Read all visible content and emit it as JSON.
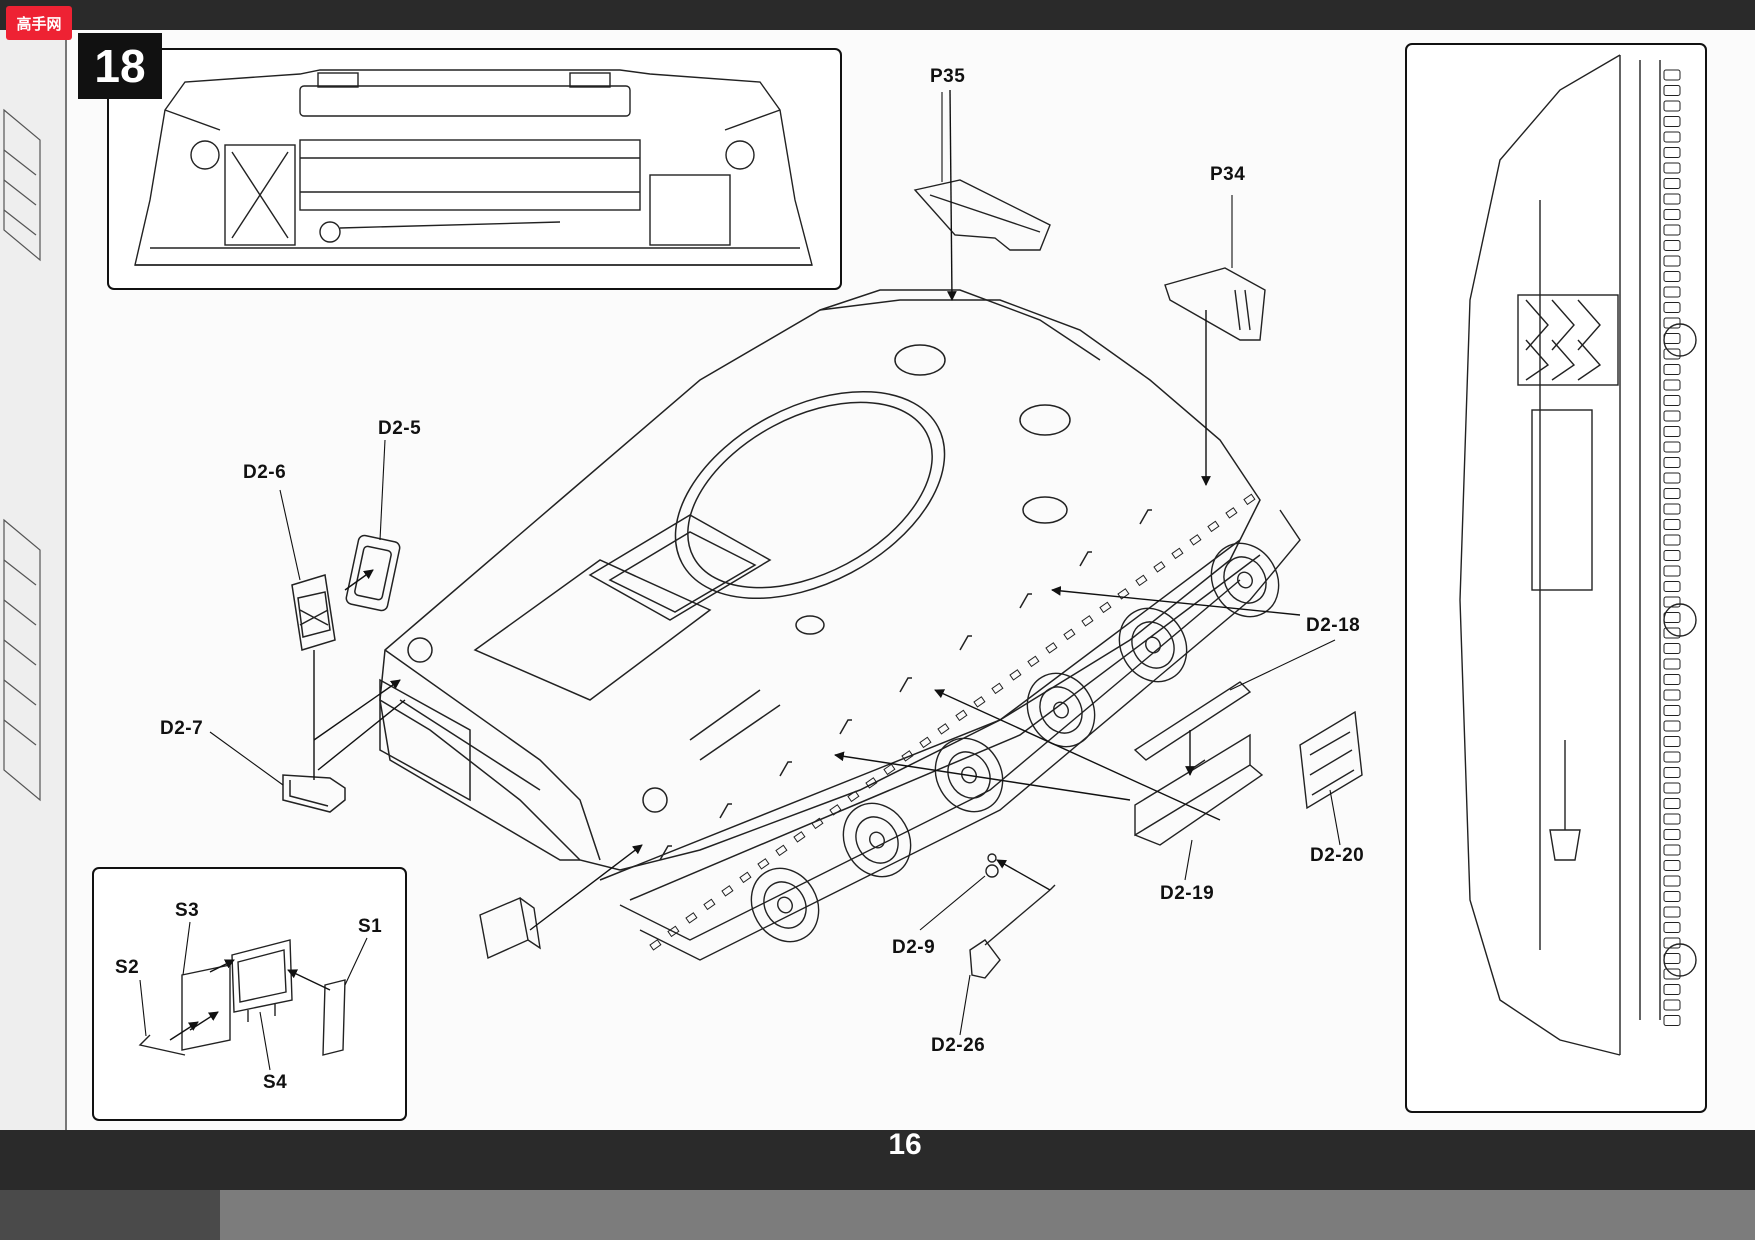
{
  "step": {
    "number": "18"
  },
  "page": {
    "number": "16"
  },
  "watermark": {
    "text": "高手网"
  },
  "parts": {
    "p35": "P35",
    "p34": "P34",
    "d2_5": "D2-5",
    "d2_6": "D2-6",
    "d2_7": "D2-7",
    "d2_18": "D2-18",
    "d2_19": "D2-19",
    "d2_20": "D2-20",
    "d2_9": "D2-9",
    "d2_26": "D2-26",
    "s1": "S1",
    "s2": "S2",
    "s3": "S3",
    "s4": "S4"
  },
  "colors": {
    "ink": "#111111",
    "paper": "#fbfbfb",
    "band": "#2a2a2a",
    "logo": "#e22233"
  }
}
